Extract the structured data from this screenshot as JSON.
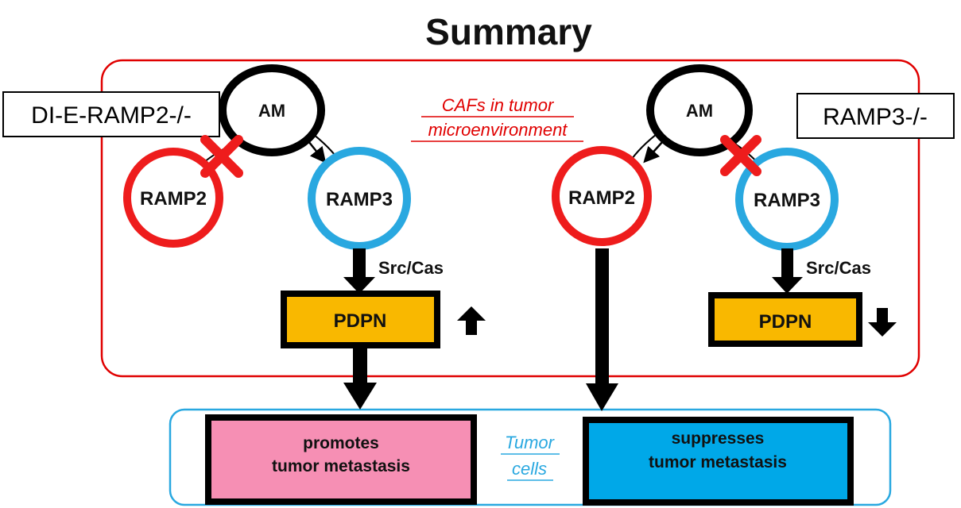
{
  "title": "Summary",
  "caf_label": [
    "CAFs in tumor",
    "microenvironment"
  ],
  "tumor_label": [
    "Tumor",
    "cells"
  ],
  "left": {
    "genotype": "DI-E-RAMP2-/-",
    "am": "AM",
    "ramp2": "RAMP2",
    "ramp3": "RAMP3",
    "pathway": "Src/Cas",
    "pdpn": "PDPN",
    "pdpn_change": "up",
    "outcome": [
      "promotes",
      "tumor metastasis"
    ]
  },
  "right": {
    "genotype": "RAMP3-/-",
    "am": "AM",
    "ramp2": "RAMP2",
    "ramp3": "RAMP3",
    "pathway": "Src/Cas",
    "pdpn": "PDPN",
    "pdpn_change": "down",
    "outcome": [
      "suppresses",
      "tumor metastasis"
    ]
  },
  "colors": {
    "caf_border": "#e00000",
    "tumor_border": "#29a8e0",
    "ramp2": "#ee1c1c",
    "ramp3": "#29a8e0",
    "block_x": "#ee1c1c",
    "pdpn_fill": "#f9b800",
    "promotes_fill": "#f68fb4",
    "suppresses_fill": "#00a8e8"
  },
  "icons": [
    "red-x-block-icon",
    "up-arrow-icon",
    "down-arrow-icon"
  ]
}
